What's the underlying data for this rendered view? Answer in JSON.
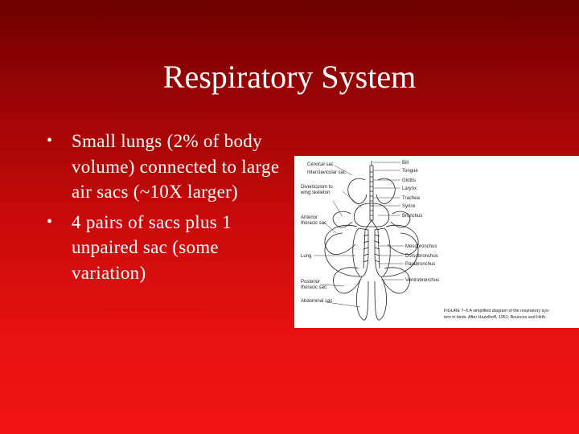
{
  "slide": {
    "title": "Respiratory System",
    "bullets": [
      "Small lungs (2% of body volume) connected to large air sacs (~10X larger)",
      "4 pairs of sacs plus 1 unpaired sac (some variation)"
    ],
    "bullet_symbol": "•"
  },
  "figure": {
    "labels_left": {
      "cervical_sac": "Cervical sac",
      "interclavicular_sac": "Interclavicular sac",
      "diverticulum": "Diverticulum to",
      "diverticulum2": "wing skeleton",
      "anterior_thoracic": "Anterior",
      "anterior_thoracic2": "thoracic sac",
      "lung": "Lung",
      "posterior_thoracic": "Posterior",
      "posterior_thoracic2": "thoracic sac",
      "abdominal_sac": "Abdominal sac"
    },
    "labels_right": {
      "bill": "Bill",
      "tongue": "Tongue",
      "glottis": "Glottis",
      "larynx": "Larynx",
      "trachea": "Trachea",
      "syrinx": "Syrinx",
      "bronchus": "Bronchus",
      "mesobronchus": "Mesobronchus",
      "dorsobronchus": "Dorsobronchus",
      "parabronchus": "Parabronchus",
      "ventrobronchus": "Ventrobronchus"
    },
    "caption_line1": "FIGURE 7–5   A simplified diagram of the respiratory sys-",
    "caption_line2": "tem in birds. After Hazelhoff, 1951; Bounces and Hirth."
  }
}
